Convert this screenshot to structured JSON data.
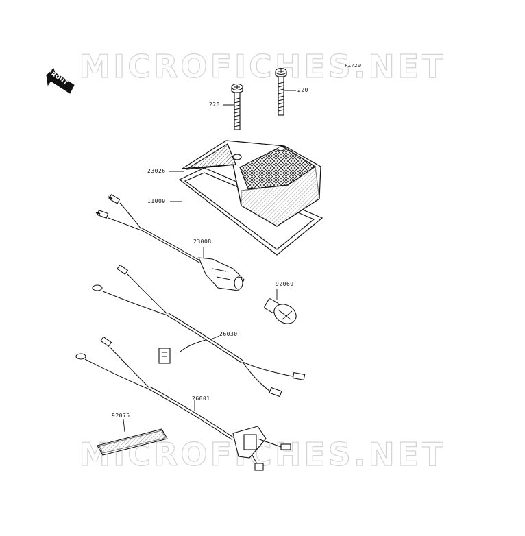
{
  "watermark": {
    "text": "MICROFICHES.NET"
  },
  "diagram_code": "FZ720",
  "front_arrow": {
    "label": "FRONT",
    "icon": "front-arrow-icon"
  },
  "callouts": {
    "bolt_left": "220",
    "bolt_right": "220",
    "lens": "23026",
    "gasket": "11009",
    "socket": "23008",
    "bulb": "92069",
    "harness_upper": "26030",
    "harness_lower": "26001",
    "pad": "92075"
  },
  "colors": {
    "line": "#111111",
    "watermark_stroke": "#d2d2d2",
    "background": "#ffffff"
  }
}
